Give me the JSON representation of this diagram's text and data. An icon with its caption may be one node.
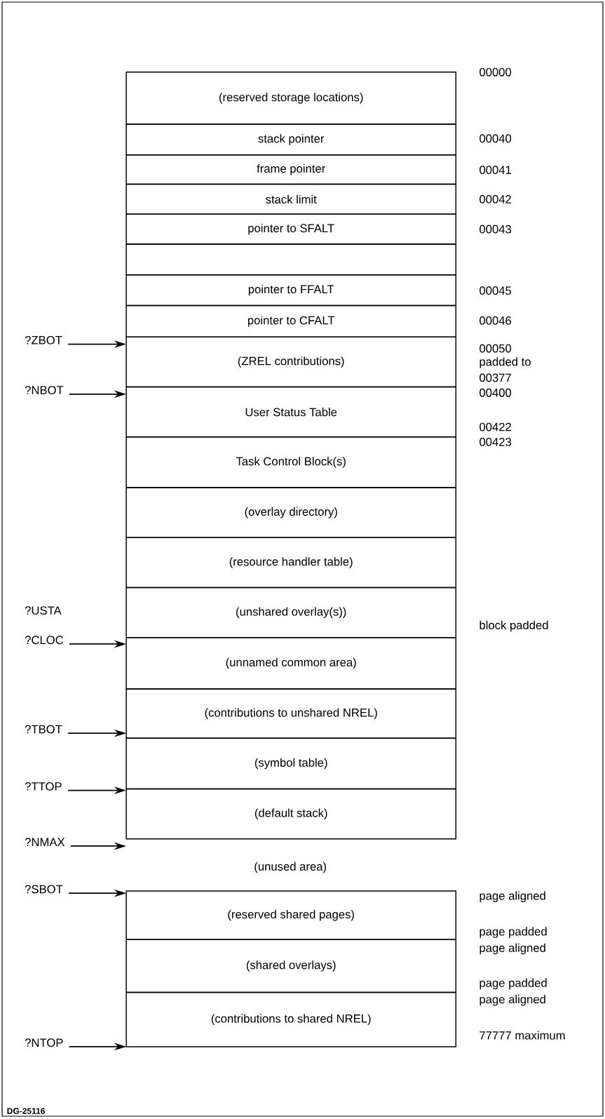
{
  "diagram": {
    "nodes": [
      {
        "text": [
          "(reserved storage locations)"
        ]
      },
      {
        "text": [
          "stack pointer"
        ]
      },
      {
        "text": [
          "frame pointer"
        ]
      },
      {
        "text": [
          "stack limit"
        ]
      },
      {
        "text": [
          "pointer to SFALT"
        ]
      },
      {
        "text": [],
        "shape": "box"
      },
      {
        "text": [
          "pointer to FFALT"
        ]
      },
      {
        "text": [
          "pointer to CFALT"
        ]
      },
      {
        "text": [
          "(ZREL contributions)"
        ]
      },
      {
        "text": [
          "User Status Table"
        ]
      },
      {
        "text": [
          "Task Control Block(s)"
        ]
      },
      {
        "text": [
          "(overlay directory)"
        ]
      },
      {
        "text": [
          "(resource handler table)"
        ]
      },
      {
        "text": [
          "(unshared overlay(s))"
        ]
      },
      {
        "text": [
          "(unnamed common area)"
        ]
      },
      {
        "text": [
          "(contributions to unshared NREL)"
        ]
      },
      {
        "text": [
          "(symbol table)"
        ]
      },
      {
        "text": [
          "(default stack)"
        ]
      },
      {
        "text": [
          "(reserved shared pages)"
        ]
      },
      {
        "text": [
          "(shared overlays)"
        ]
      },
      {
        "text": [
          "(contributions to shared NREL)"
        ]
      },
      {
        "text": [
          "?ZBOT"
        ]
      },
      {
        "text": [
          "?NBOT"
        ]
      },
      {
        "text": [
          "?CLOC"
        ]
      },
      {
        "text": [
          "?TBOT"
        ]
      },
      {
        "text": [
          "?TTOP"
        ]
      },
      {
        "text": [
          "?NMAX"
        ]
      },
      {
        "text": [
          "?SBOT"
        ]
      },
      {
        "text": [
          "?NTOP"
        ]
      }
    ],
    "edges": [
      {
        "from": 21,
        "to": 8,
        "arrow": "to"
      },
      {
        "from": 22,
        "to": 9,
        "arrow": "to"
      },
      {
        "from": 23,
        "to": 14,
        "arrow": "to"
      },
      {
        "from": 24,
        "to": 16,
        "arrow": "to"
      },
      {
        "from": 25,
        "to": 17,
        "arrow": "to"
      },
      {
        "from": 26,
        "to": 17,
        "arrow": "to"
      },
      {
        "from": 27,
        "to": 18,
        "arrow": "to"
      },
      {
        "from": 28,
        "to": 20,
        "arrow": "to"
      }
    ],
    "labels": [
      "00000",
      "00040",
      "00041",
      "00042",
      "00043",
      "00045",
      "00046",
      "00050",
      "padded to",
      "00377",
      "00400",
      "00422",
      "00423",
      "?USTA",
      "block padded",
      "(unused area)",
      "page aligned",
      "page padded",
      "page aligned",
      "page padded",
      "page aligned",
      "77777 maximum",
      "DG-25116"
    ]
  }
}
